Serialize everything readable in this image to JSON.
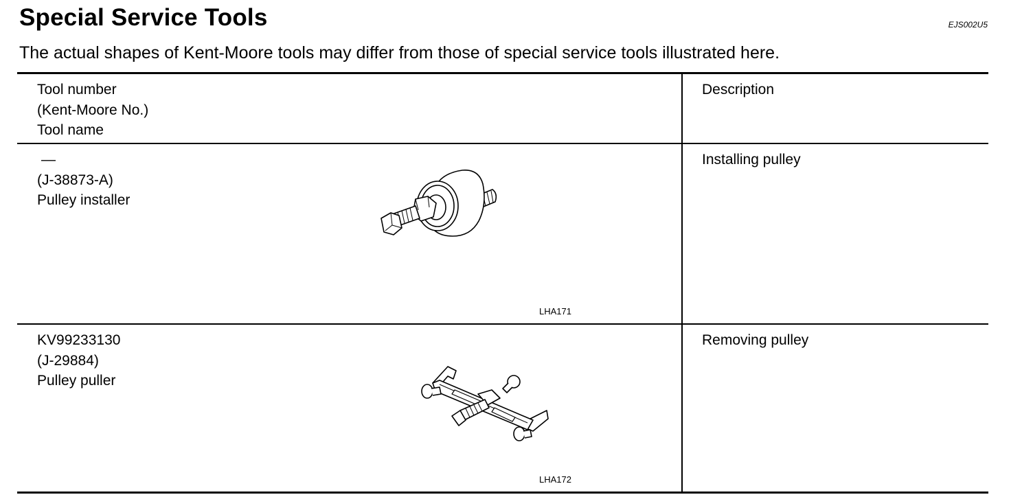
{
  "page": {
    "title": "Special Service Tools",
    "code": "EJS002U5",
    "intro": "The actual shapes of Kent-Moore tools may differ from those of special service tools illustrated here."
  },
  "table": {
    "headers": {
      "tool_number": "Tool number",
      "kent_moore": "(Kent-Moore No.)",
      "tool_name": "Tool name",
      "description": "Description"
    },
    "rows": [
      {
        "tool_number": "—",
        "kent_moore": "(J-38873-A)",
        "tool_name": "Pulley installer",
        "description": "Installing pulley",
        "illustration": {
          "icon": "pulley-installer-illustration",
          "code": "LHA171"
        }
      },
      {
        "tool_number": "KV99233130",
        "kent_moore": "(J-29884)",
        "tool_name": "Pulley puller",
        "description": "Removing pulley",
        "illustration": {
          "icon": "pulley-puller-illustration",
          "code": "LHA172"
        }
      }
    ]
  }
}
